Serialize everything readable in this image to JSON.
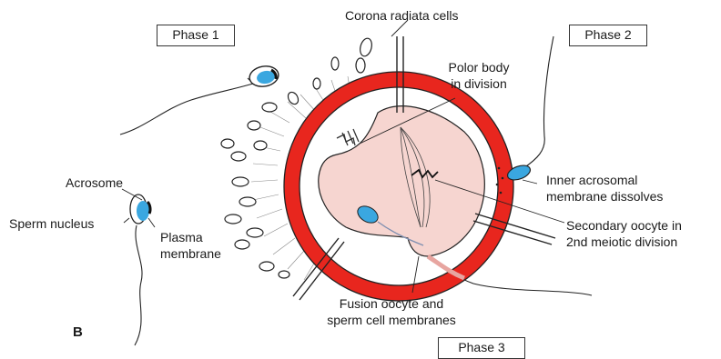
{
  "phases": {
    "phase1": "Phase 1",
    "phase2": "Phase 2",
    "phase3": "Phase 3"
  },
  "labels": {
    "corona": "Corona radiata cells",
    "polar_line1": "Polor body",
    "polar_line2": "in division",
    "inner_line1": "Inner acrosomal",
    "inner_line2": "membrane dissolves",
    "acrosome": "Acrosome",
    "sperm_nucleus": "Sperm nucleus",
    "plasma_line1": "Plasma",
    "plasma_line2": "membrane",
    "secondary_line1": "Secondary oocyte in",
    "secondary_line2": "2nd meiotic division",
    "fusion_line1": "Fusion oocyte and",
    "fusion_line2": "sperm cell membranes",
    "panel": "B"
  },
  "colors": {
    "zona": "#e8261e",
    "cytoplasm": "#f6d5d0",
    "nucleus": "#3aa7e0",
    "outline": "#222222"
  }
}
